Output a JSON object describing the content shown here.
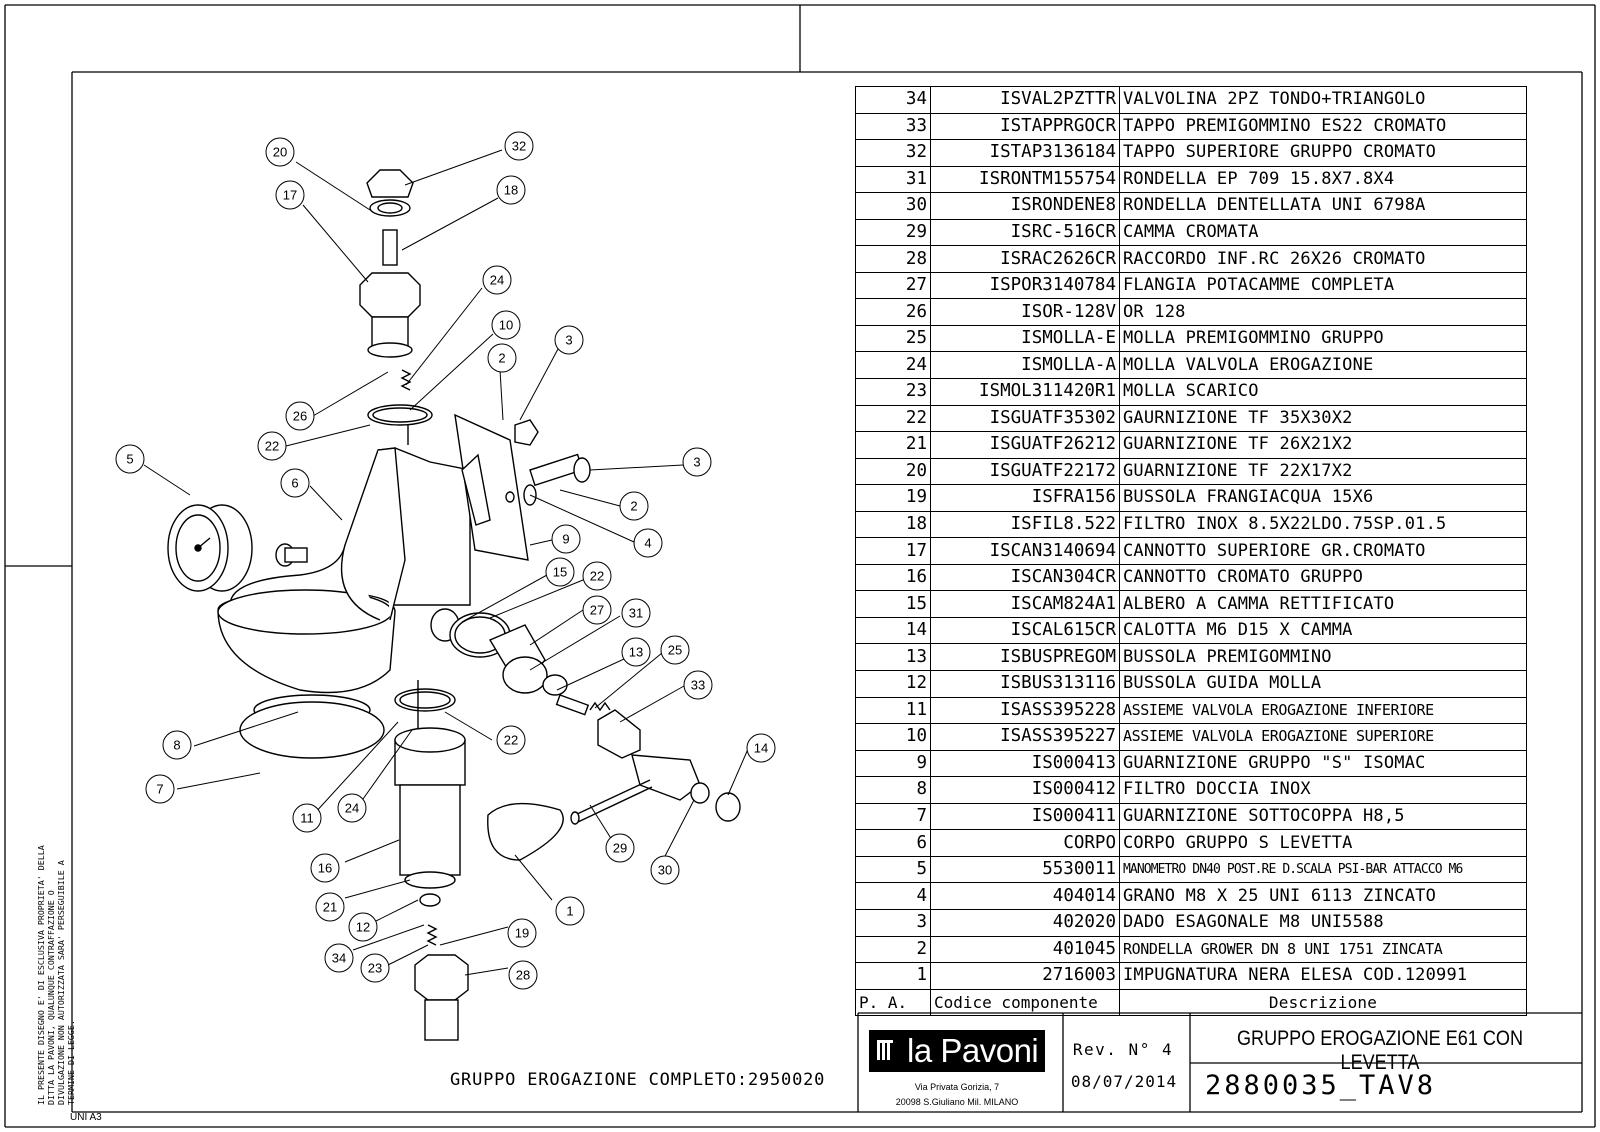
{
  "parts_table": {
    "rows": [
      {
        "pa": "34",
        "code": "ISVAL2PZTTR",
        "desc": "VALVOLINA 2PZ TONDO+TRIANGOLO"
      },
      {
        "pa": "33",
        "code": "ISTAPPRGOCR",
        "desc": "TAPPO PREMIGOMMINO ES22 CROMATO"
      },
      {
        "pa": "32",
        "code": "ISTAP3136184",
        "desc": "TAPPO SUPERIORE GRUPPO CROMATO"
      },
      {
        "pa": "31",
        "code": "ISRONTM155754",
        "desc": "RONDELLA EP 709 15.8X7.8X4"
      },
      {
        "pa": "30",
        "code": "ISRONDENE8",
        "desc": "RONDELLA DENTELLATA UNI 6798A"
      },
      {
        "pa": "29",
        "code": "ISRC-516CR",
        "desc": "CAMMA CROMATA"
      },
      {
        "pa": "28",
        "code": "ISRAC2626CR",
        "desc": "RACCORDO INF.RC 26X26 CROMATO"
      },
      {
        "pa": "27",
        "code": "ISPOR3140784",
        "desc": "FLANGIA POTACAMME COMPLETA"
      },
      {
        "pa": "26",
        "code": "ISOR-128V",
        "desc": "OR 128"
      },
      {
        "pa": "25",
        "code": "ISMOLLA-E",
        "desc": "MOLLA PREMIGOMMINO GRUPPO"
      },
      {
        "pa": "24",
        "code": "ISMOLLA-A",
        "desc": "MOLLA VALVOLA EROGAZIONE"
      },
      {
        "pa": "23",
        "code": "ISMOL311420R1",
        "desc": "MOLLA SCARICO"
      },
      {
        "pa": "22",
        "code": "ISGUATF35302",
        "desc": "GAURNIZIONE TF 35X30X2"
      },
      {
        "pa": "21",
        "code": "ISGUATF26212",
        "desc": "GUARNIZIONE TF 26X21X2"
      },
      {
        "pa": "20",
        "code": "ISGUATF22172",
        "desc": "GUARNIZIONE TF 22X17X2"
      },
      {
        "pa": "19",
        "code": "ISFRA156",
        "desc": "BUSSOLA FRANGIACQUA 15X6"
      },
      {
        "pa": "18",
        "code": "ISFIL8.522",
        "desc": "FILTRO INOX 8.5X22LDO.75SP.01.5"
      },
      {
        "pa": "17",
        "code": "ISCAN3140694",
        "desc": "CANNOTTO SUPERIORE GR.CROMATO"
      },
      {
        "pa": "16",
        "code": "ISCAN304CR",
        "desc": "CANNOTTO CROMATO GRUPPO"
      },
      {
        "pa": "15",
        "code": "ISCAM824A1",
        "desc": "ALBERO A CAMMA RETTIFICATO"
      },
      {
        "pa": "14",
        "code": "ISCAL615CR",
        "desc": "CALOTTA M6 D15 X CAMMA"
      },
      {
        "pa": "13",
        "code": "ISBUSPREGOM",
        "desc": "BUSSOLA PREMIGOMMINO"
      },
      {
        "pa": "12",
        "code": "ISBUS313116",
        "desc": "BUSSOLA GUIDA MOLLA"
      },
      {
        "pa": "11",
        "code": "ISASS395228",
        "desc": "ASSIEME VALVOLA EROGAZIONE INFERIORE"
      },
      {
        "pa": "10",
        "code": "ISASS395227",
        "desc": "ASSIEME VALVOLA EROGAZIONE SUPERIORE"
      },
      {
        "pa": "9",
        "code": "IS000413",
        "desc": "GUARNIZIONE GRUPPO \"S\" ISOMAC"
      },
      {
        "pa": "8",
        "code": "IS000412",
        "desc": "FILTRO DOCCIA INOX"
      },
      {
        "pa": "7",
        "code": "IS000411",
        "desc": "GUARNIZIONE SOTTOCOPPA H8,5"
      },
      {
        "pa": "6",
        "code": "CORPO",
        "desc": "CORPO GRUPPO S LEVETTA"
      },
      {
        "pa": "5",
        "code": "5530011",
        "desc": "MANOMETRO DN40 POST.RE D.SCALA PSI-BAR ATTACCO M6"
      },
      {
        "pa": "4",
        "code": "404014",
        "desc": "GRANO M8 X 25 UNI 6113 ZINCATO"
      },
      {
        "pa": "3",
        "code": "402020",
        "desc": "DADO ESAGONALE M8 UNI5588"
      },
      {
        "pa": "2",
        "code": "401045",
        "desc": "RONDELLA GROWER DN 8 UNI 1751 ZINCATA"
      },
      {
        "pa": "1",
        "code": "2716003",
        "desc": "IMPUGNATURA NERA ELESA COD.120991"
      }
    ],
    "header": {
      "pa": "P. A.",
      "code": "Codice componente",
      "desc": "Descrizione"
    }
  },
  "title_block": {
    "logo_text": "la Pavoni",
    "address_line1": "Via Privata Gorizia, 7",
    "address_line2": "20098 S.Giuliano Mil. MILANO",
    "revision": "Rev. N° 4",
    "date": "08/07/2014",
    "title": "GRUPPO EROGAZIONE E61 CON LEVETTA",
    "drawing_number": "2880035_TAV8"
  },
  "assembly_caption": "GRUPPO EROGAZIONE COMPLETO:2950020",
  "paper_size": "UNI A3",
  "legal_note": "IL PRESENTE DISEGNO E' DI ESCLUSIVA PROPRIETA' DELLA DITTA LA PAVONI, QUALUNQUE CONTRAFFAZIONE O DIVULGAZIONE NON AUTORIZZATA SARA' PERSEGUIBILE A TERMINE DI LEGGE.",
  "callouts": [
    "20",
    "32",
    "17",
    "18",
    "24",
    "10",
    "2",
    "3",
    "26",
    "22",
    "5",
    "6",
    "3",
    "2",
    "4",
    "9",
    "15",
    "22",
    "27",
    "31",
    "13",
    "25",
    "33",
    "8",
    "22",
    "14",
    "7",
    "11",
    "24",
    "29",
    "16",
    "30",
    "21",
    "1",
    "12",
    "19",
    "34",
    "23",
    "28"
  ]
}
